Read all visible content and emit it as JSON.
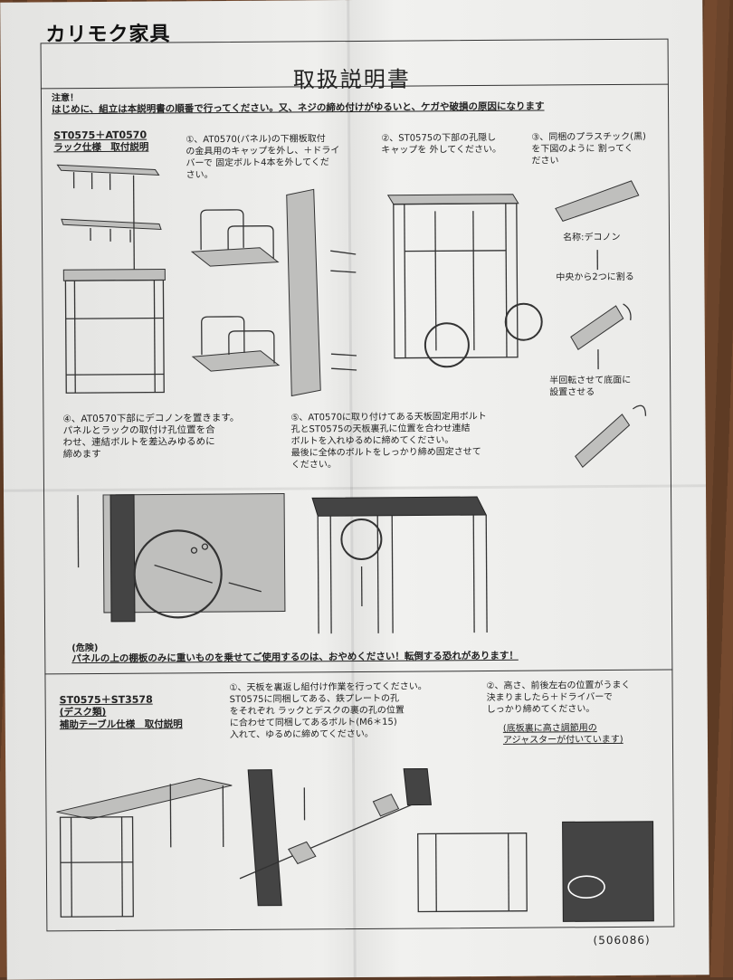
{
  "brand": "カリモク家具",
  "title": "取扱説明書",
  "notice": {
    "label": "注意！",
    "text": "はじめに、組立は本説明書の順番で行ってください。又、ネジの締め付けがゆるいと、ケガや破損の原因になります"
  },
  "section1": {
    "model": "ST0575＋AT0570",
    "subtitle": "ラック仕様　取付説明",
    "step1": "①、AT0570(パネル)の下棚板取付\nの金具用のキャップを外し、＋ドライ\nバーで 固定ボルト4本を外してくだ\nさい。",
    "step2": "②、ST0575の下部の孔隠し\nキャップを 外してください。",
    "step3": "③、同梱のプラスチック(黒)\nを下図のように 割ってく\nださい",
    "part_name": "名称:デコノン",
    "split_label": "中央から2つに割る",
    "rotate_label": "半回転させて底面に\n設置させる",
    "step4": "④、AT0570下部にデコノンを置きます。\nパネルとラックの取付け孔位置を合\nわせ、連結ボルトを差込みゆるめに\n締めます",
    "step5": "⑤、AT0570に取り付けてある天板固定用ボルト\n孔とST0575の天板裏孔に位置を合わせ連結\nボルトを入れゆるめに締めてください。\n最後に全体のボルトをしっかり締め固定させて\nください。",
    "danger_label": "(危険)",
    "danger_text": "パネルの上の棚板のみに重いものを乗せてご使用するのは、おやめください！転倒する恐れがあります！"
  },
  "section2": {
    "model": "ST0575＋ST3578",
    "category": "(デスク類)",
    "subtitle": "補助テーブル仕様　取付説明",
    "step1": "①、天板を裏返し組付け作業を行ってください。\nST0575に同梱してある、鉄プレートの孔\nをそれぞれ ラックとデスクの裏の孔の位置\nに合わせて同梱してあるボルト(M6＊15)\n入れて、ゆるめに締めてください。",
    "step2": "②、高さ、前後左右の位置がうまく\n決まりましたら＋ドライバーで\nしっかり締めてください。",
    "adjuster_note": "(底板裏に高さ調節用の\nアジャスターが付いています)"
  },
  "doc_number": "(506086)"
}
